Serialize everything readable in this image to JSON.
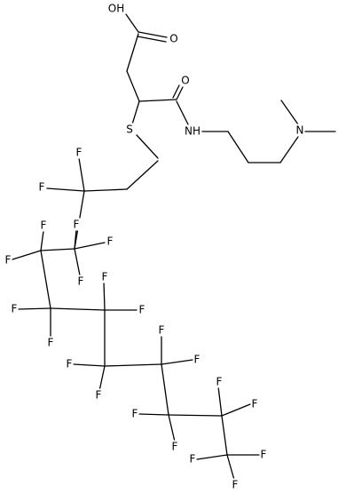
{
  "molecule": {
    "atoms": {
      "hydroxyl": "OH",
      "carbonyl_acid_o": "O",
      "amide_o": "O",
      "amide_n": "NH",
      "amine_n": "N",
      "sulfur": "S",
      "fluorine": "F"
    },
    "fluorine_count": 21
  }
}
